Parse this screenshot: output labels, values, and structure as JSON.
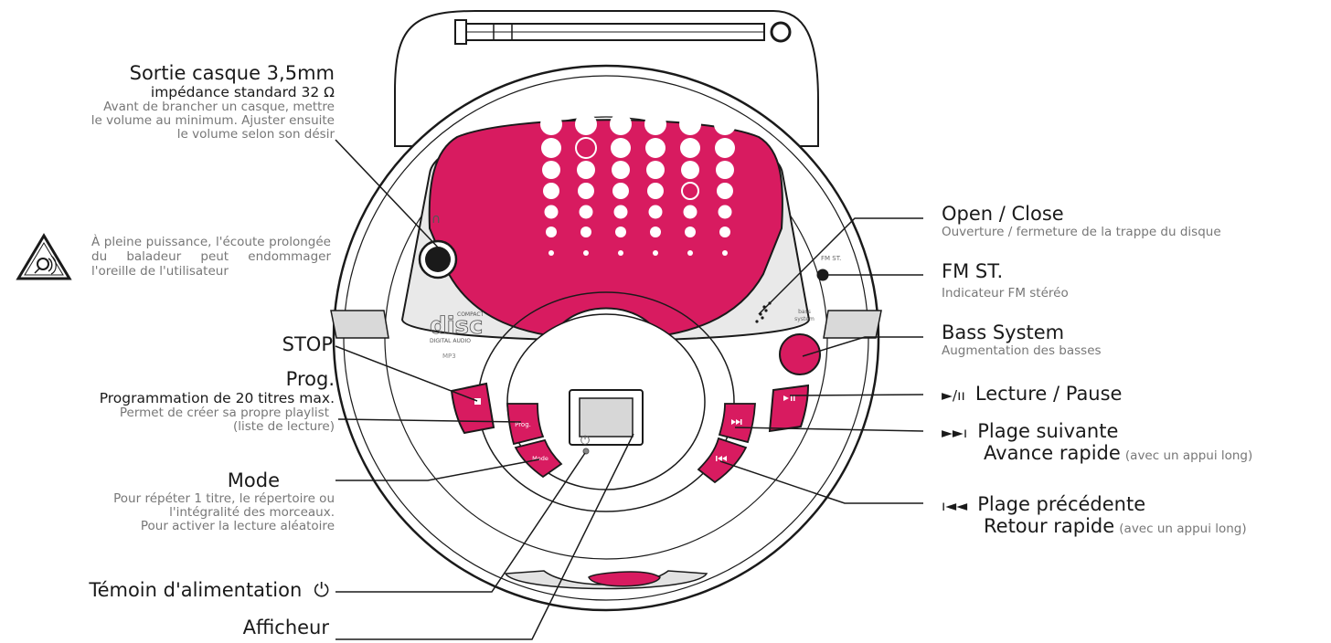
{
  "colors": {
    "accent": "#d81b60",
    "stroke": "#1a1a1a",
    "light_gray": "#e2e2e2",
    "mid_gray": "#c8c8c8",
    "text_gray": "#777777"
  },
  "device": {
    "headphone_symbol": "∩",
    "disc_logo": {
      "compact": "COMPACT",
      "digital_audio": "DIGITAL AUDIO",
      "mp3": "MP3"
    },
    "fm_st_label": "FM ST.",
    "bass_label_1": "bass",
    "bass_label_2": "system",
    "button_prog": "Prog.",
    "button_mode": "Mode",
    "power_symbol": "⏻",
    "icon_stop": "stop-icon",
    "icon_play_pause": "play-pause-icon",
    "icon_next": "next-track-icon",
    "icon_prev": "previous-track-icon",
    "icon_warning": "hearing-warning-icon"
  },
  "labels": {
    "headphone": {
      "title": "Sortie casque 3,5mm",
      "subtitle": "impédance standard 32 Ω",
      "desc_1": "Avant de brancher un casque, mettre",
      "desc_2": "le volume au minimum. Ajuster ensuite",
      "desc_3": "le volume selon son désir"
    },
    "warning": "À pleine puissance, l'écoute prolongée du baladeur peut endommager l'oreille de l'utilisateur",
    "stop": "STOP",
    "prog": {
      "title": "Prog.",
      "subtitle": "Programmation de 20 titres max.",
      "desc_1": "Permet de créer sa propre playlist",
      "desc_2": "(liste de lecture)"
    },
    "mode": {
      "title": "Mode",
      "desc_1": "Pour répéter 1 titre, le répertoire ou",
      "desc_2": "l'intégralité des morceaux.",
      "desc_3": "Pour activer la lecture aléatoire"
    },
    "power": {
      "title": "Témoin d'alimentation",
      "symbol": "⏻"
    },
    "display": "Afficheur",
    "open_close": {
      "title": "Open / Close",
      "desc": "Ouverture / fermeture de la trappe du disque"
    },
    "fm_st": {
      "title": "FM ST.",
      "desc": "Indicateur FM stéréo"
    },
    "bass": {
      "title": "Bass System",
      "desc": "Augmentation des basses"
    },
    "play_pause": {
      "symbol": "►/ıı",
      "title": "Lecture / Pause"
    },
    "next": {
      "symbol": "►►ı",
      "title": "Plage suivante",
      "line2": "Avance rapide",
      "note": "(avec un appui long)"
    },
    "prev": {
      "symbol": "ı◄◄",
      "title": "Plage précédente",
      "line2": "Retour rapide",
      "note": "(avec un appui long)"
    }
  }
}
